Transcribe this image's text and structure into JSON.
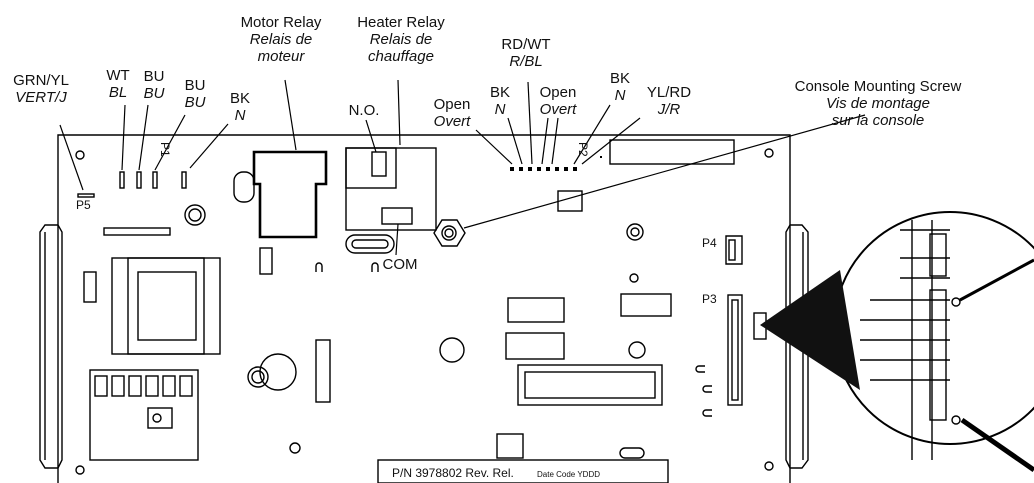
{
  "labels": {
    "grn_yl": {
      "en": "GRN/YL",
      "fr": "VERT/J"
    },
    "wt": {
      "en": "WT",
      "fr": "BL"
    },
    "bu1": {
      "en": "BU",
      "fr": "BU"
    },
    "bu2": {
      "en": "BU",
      "fr": "BU"
    },
    "bk1": {
      "en": "BK",
      "fr": "N"
    },
    "motor_relay": {
      "en": "Motor Relay",
      "fr1": "Relais de",
      "fr2": "moteur"
    },
    "heater_relay": {
      "en": "Heater Relay",
      "fr1": "Relais de",
      "fr2": "chauffage"
    },
    "no": "N.O.",
    "com": "COM",
    "open1": {
      "en": "Open",
      "fr": "Overt"
    },
    "bk2": {
      "en": "BK",
      "fr": "N"
    },
    "rd_wt": {
      "en": "RD/WT",
      "fr": "R/BL"
    },
    "open2": {
      "en": "Open",
      "fr": "Overt"
    },
    "bk3": {
      "en": "BK",
      "fr": "N"
    },
    "yl_rd": {
      "en": "YL/RD",
      "fr": "J/R"
    },
    "console_screw": {
      "en": "Console Mounting Screw",
      "fr1": "Vis de montage",
      "fr2": "sur la console"
    },
    "p1": "P1",
    "p2": "P2",
    "p3": "P3",
    "p4": "P4",
    "p5": "P5",
    "part_number": "P/N 3978802 Rev. Rel.",
    "date_code": "Date Code YDDD"
  }
}
